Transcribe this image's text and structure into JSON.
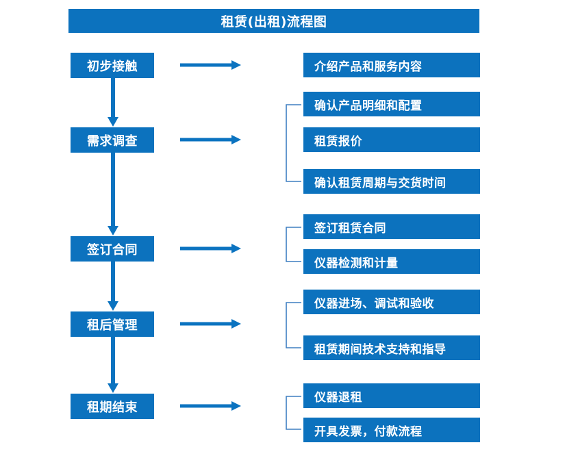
{
  "title": "租赁(出租)流程图",
  "colors": {
    "box_fill": "#0C72BE",
    "arrow": "#0B73C0",
    "bracket": "#3E7FC1",
    "text": "#FFFFFF",
    "background": "#FFFFFF"
  },
  "stages": [
    {
      "label": "初步接触"
    },
    {
      "label": "需求调查"
    },
    {
      "label": "签订合同"
    },
    {
      "label": "租后管理"
    },
    {
      "label": "租期结束"
    }
  ],
  "detail_groups": [
    {
      "stage": "初步接触",
      "items": [
        {
          "label": "介绍产品和服务内容"
        }
      ]
    },
    {
      "stage": "需求调查",
      "items": [
        {
          "label": "确认产品明细和配置"
        },
        {
          "label": "租赁报价"
        },
        {
          "label": "确认租赁周期与交货时间"
        }
      ]
    },
    {
      "stage": "签订合同",
      "items": [
        {
          "label": "签订租赁合同"
        },
        {
          "label": "仪器检测和计量"
        }
      ]
    },
    {
      "stage": "租后管理",
      "items": [
        {
          "label": "仪器进场、调试和验收"
        },
        {
          "label": "租赁期间技术支持和指导"
        }
      ]
    },
    {
      "stage": "租期结束",
      "items": [
        {
          "label": "仪器退租"
        },
        {
          "label": "开具发票，付款流程"
        }
      ]
    }
  ]
}
